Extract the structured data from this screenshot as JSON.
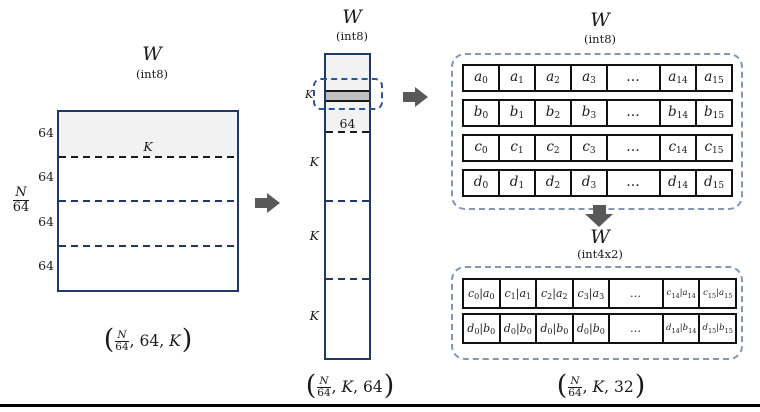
{
  "dots": "…",
  "colors": {
    "navy": "#1F3864",
    "shade": "#F2F2F2",
    "strip": "#BFBFBF",
    "smalldash": "#2F5496",
    "rectdash": "#8496B0",
    "arrow": "#595959",
    "cellb": "#111111"
  },
  "panels": {
    "left": {
      "title": "W",
      "dtype": "(int8)",
      "inner_label": "K",
      "block_labels": [
        "64",
        "64",
        "64",
        "64"
      ],
      "side_fraction": {
        "num": "N",
        "den": "64"
      },
      "caption": {
        "open": "(",
        "num": "N",
        "den": "64",
        "rest": ", 64, K",
        "close": ")"
      }
    },
    "middle": {
      "title": "W",
      "dtype": "(int8)",
      "strip_label": "K",
      "boundary_label": "64",
      "segment_labels": [
        "K",
        "K",
        "K"
      ],
      "caption": {
        "open": "(",
        "num": "N",
        "den": "64",
        "rest": ", K, 64",
        "close": ")"
      }
    },
    "right_top": {
      "title": "W",
      "dtype": "(int8)",
      "rows": [
        {
          "cells": [
            [
              [
                "a",
                "0"
              ]
            ],
            [
              [
                "a",
                "1"
              ]
            ],
            [
              [
                "a",
                "2"
              ]
            ],
            [
              [
                "a",
                "3"
              ]
            ],
            "dots",
            [
              [
                "a",
                "14"
              ]
            ],
            [
              [
                "a",
                "15"
              ]
            ]
          ]
        },
        {
          "cells": [
            [
              [
                "b",
                "0"
              ]
            ],
            [
              [
                "b",
                "1"
              ]
            ],
            [
              [
                "b",
                "2"
              ]
            ],
            [
              [
                "b",
                "3"
              ]
            ],
            "dots",
            [
              [
                "b",
                "14"
              ]
            ],
            [
              [
                "b",
                "15"
              ]
            ]
          ]
        },
        {
          "cells": [
            [
              [
                "c",
                "0"
              ]
            ],
            [
              [
                "c",
                "1"
              ]
            ],
            [
              [
                "c",
                "2"
              ]
            ],
            [
              [
                "c",
                "3"
              ]
            ],
            "dots",
            [
              [
                "c",
                "14"
              ]
            ],
            [
              [
                "c",
                "15"
              ]
            ]
          ]
        },
        {
          "cells": [
            [
              [
                "d",
                "0"
              ]
            ],
            [
              [
                "d",
                "1"
              ]
            ],
            [
              [
                "d",
                "2"
              ]
            ],
            [
              [
                "d",
                "3"
              ]
            ],
            "dots",
            [
              [
                "d",
                "14"
              ]
            ],
            [
              [
                "d",
                "15"
              ]
            ]
          ]
        }
      ]
    },
    "right_bottom": {
      "title": "W",
      "dtype": "(int4x2)",
      "rows": [
        {
          "cells": [
            [
              [
                "c",
                "0"
              ],
              [
                "a",
                "0"
              ]
            ],
            [
              [
                "c",
                "1"
              ],
              [
                "a",
                "1"
              ]
            ],
            [
              [
                "c",
                "2"
              ],
              [
                "a",
                "2"
              ]
            ],
            [
              [
                "c",
                "3"
              ],
              [
                "a",
                "3"
              ]
            ],
            "dots",
            [
              [
                "c",
                "14"
              ],
              [
                "a",
                "14"
              ]
            ],
            [
              [
                "c",
                "15"
              ],
              [
                "a",
                "15"
              ]
            ]
          ]
        },
        {
          "cells": [
            [
              [
                "d",
                "0"
              ],
              [
                "b",
                "0"
              ]
            ],
            [
              [
                "d",
                "0"
              ],
              [
                "b",
                "0"
              ]
            ],
            [
              [
                "d",
                "0"
              ],
              [
                "b",
                "0"
              ]
            ],
            [
              [
                "d",
                "0"
              ],
              [
                "b",
                "0"
              ]
            ],
            "dots",
            [
              [
                "d",
                "14"
              ],
              [
                "b",
                "14"
              ]
            ],
            [
              [
                "d",
                "15"
              ],
              [
                "b",
                "15"
              ]
            ]
          ]
        }
      ],
      "caption": {
        "open": "(",
        "num": "N",
        "den": "64",
        "rest": ", K, 32",
        "close": ")"
      }
    }
  }
}
